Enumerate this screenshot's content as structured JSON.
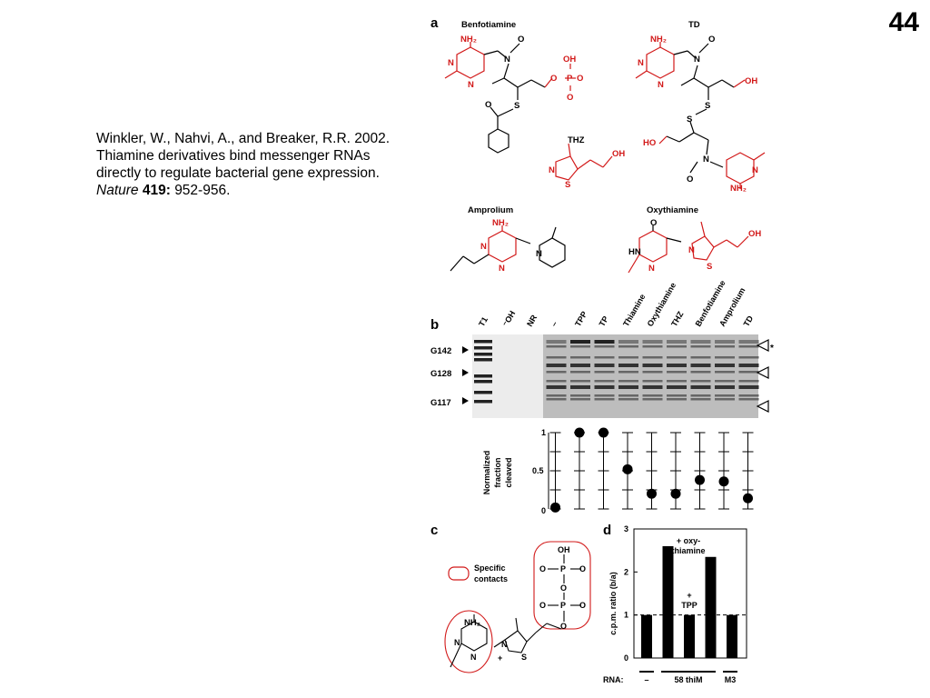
{
  "slide_number": "44",
  "citation": {
    "line1": "Winkler, W., Nahvi, A., and Breaker, R.R. 2002.",
    "line2": "Thiamine derivatives bind messenger RNAs",
    "line3": "directly to regulate bacterial gene expression.",
    "journal": "Nature",
    "volume": "419:",
    "pages": "952-956."
  },
  "figure": {
    "panel_a": {
      "letter": "a",
      "compounds": [
        "Benfotiamine",
        "TD",
        "THZ",
        "Amprolium",
        "Oxythiamine"
      ],
      "atoms": {
        "nh2": "NH₂",
        "oh": "OH",
        "ho": "HO",
        "o": "O",
        "n": "N",
        "s": "S",
        "p": "P",
        "hn": "HN"
      }
    },
    "panel_b": {
      "letter": "b",
      "lane_labels": [
        "T1",
        "⁻OH",
        "NR",
        "–",
        "TPP",
        "TP",
        "Thiamine",
        "Oxythiamine",
        "THZ",
        "Benfotiamine",
        "Amprolium",
        "TD"
      ],
      "bands": [
        "G142",
        "G128",
        "G117"
      ],
      "star": "*",
      "ylabel_lines": [
        "Normalized",
        "fraction",
        "cleaved"
      ],
      "y_ticks": [
        "1",
        "0.5",
        "0"
      ]
    },
    "panel_c": {
      "letter": "c",
      "legend_lines": [
        "Specific",
        "contacts"
      ],
      "atoms": {
        "oh": "OH",
        "nh2": "NH₂",
        "o": "O",
        "p": "P",
        "n": "N",
        "s": "S",
        "plus": "+"
      }
    },
    "panel_d": {
      "letter": "d",
      "ylabel": "c.p.m. ratio (b/a)",
      "y_ticks": [
        "0",
        "1",
        "2",
        "3"
      ],
      "annot_oxy_lines": [
        "+ oxy-",
        "thiamine"
      ],
      "annot_tpp_lines": [
        "+",
        "TPP"
      ],
      "rna_label": "RNA:",
      "rna_groups": [
        "–",
        "58 thiM",
        "M3"
      ]
    }
  },
  "chart_data": [
    {
      "type": "scatter",
      "panel": "b",
      "ylabel": "Normalized fraction cleaved",
      "categories": [
        "NR",
        "–",
        "TPP",
        "TP",
        "Thiamine",
        "Oxythiamine",
        "THZ",
        "Benfotiamine",
        "Amprolium",
        "TD"
      ],
      "values": [
        0.02,
        1.0,
        1.0,
        0.52,
        0.2,
        0.2,
        0.38,
        0.36,
        0.14
      ],
      "value_lanes": [
        "–",
        "TPP",
        "TP",
        "Thiamine",
        "Oxythiamine",
        "THZ",
        "Benfotiamine",
        "Amprolium",
        "TD"
      ],
      "ylim": [
        0,
        1
      ]
    },
    {
      "type": "bar",
      "panel": "d",
      "ylabel": "c.p.m. ratio (b/a)",
      "values": [
        1.0,
        2.6,
        1.0,
        2.35,
        1.0
      ],
      "groups": [
        "–",
        "58 thiM",
        "58 thiM",
        "58 thiM",
        "M3"
      ],
      "ylim": [
        0,
        3
      ],
      "reference_line": 1
    }
  ]
}
